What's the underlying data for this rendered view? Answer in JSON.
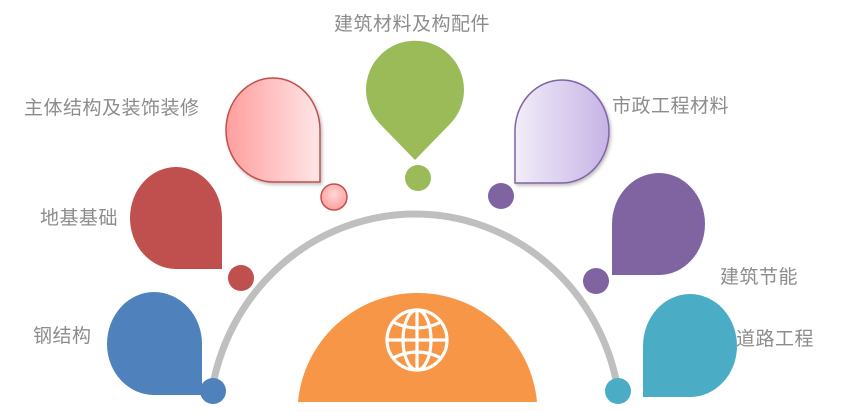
{
  "diagram": {
    "center": {
      "icon": "globe-icon",
      "color": "#f79646"
    },
    "arc_color": "#bfbfbf",
    "categories": [
      {
        "id": "steel-structure",
        "label": "钢结构",
        "color": "#4f81bd"
      },
      {
        "id": "foundation",
        "label": "地基基础",
        "color": "#c0504d"
      },
      {
        "id": "main-structure-decoration",
        "label": "主体结构及装饰装修",
        "color": "#ff9999",
        "gradient": [
          "#ff9e9e",
          "#ffe3e3"
        ],
        "border": "#c0504d"
      },
      {
        "id": "building-materials",
        "label": "建筑材料及构配件",
        "color": "#9bbb59"
      },
      {
        "id": "municipal-materials",
        "label": "市政工程材料",
        "color": "#ccc0e6",
        "gradient": [
          "#efeaf8",
          "#c8b6e6"
        ],
        "border": "#8064a2"
      },
      {
        "id": "building-energy",
        "label": "建筑节能",
        "color": "#8064a2"
      },
      {
        "id": "road-engineering",
        "label": "道路工程",
        "color": "#4bacc6"
      }
    ]
  }
}
